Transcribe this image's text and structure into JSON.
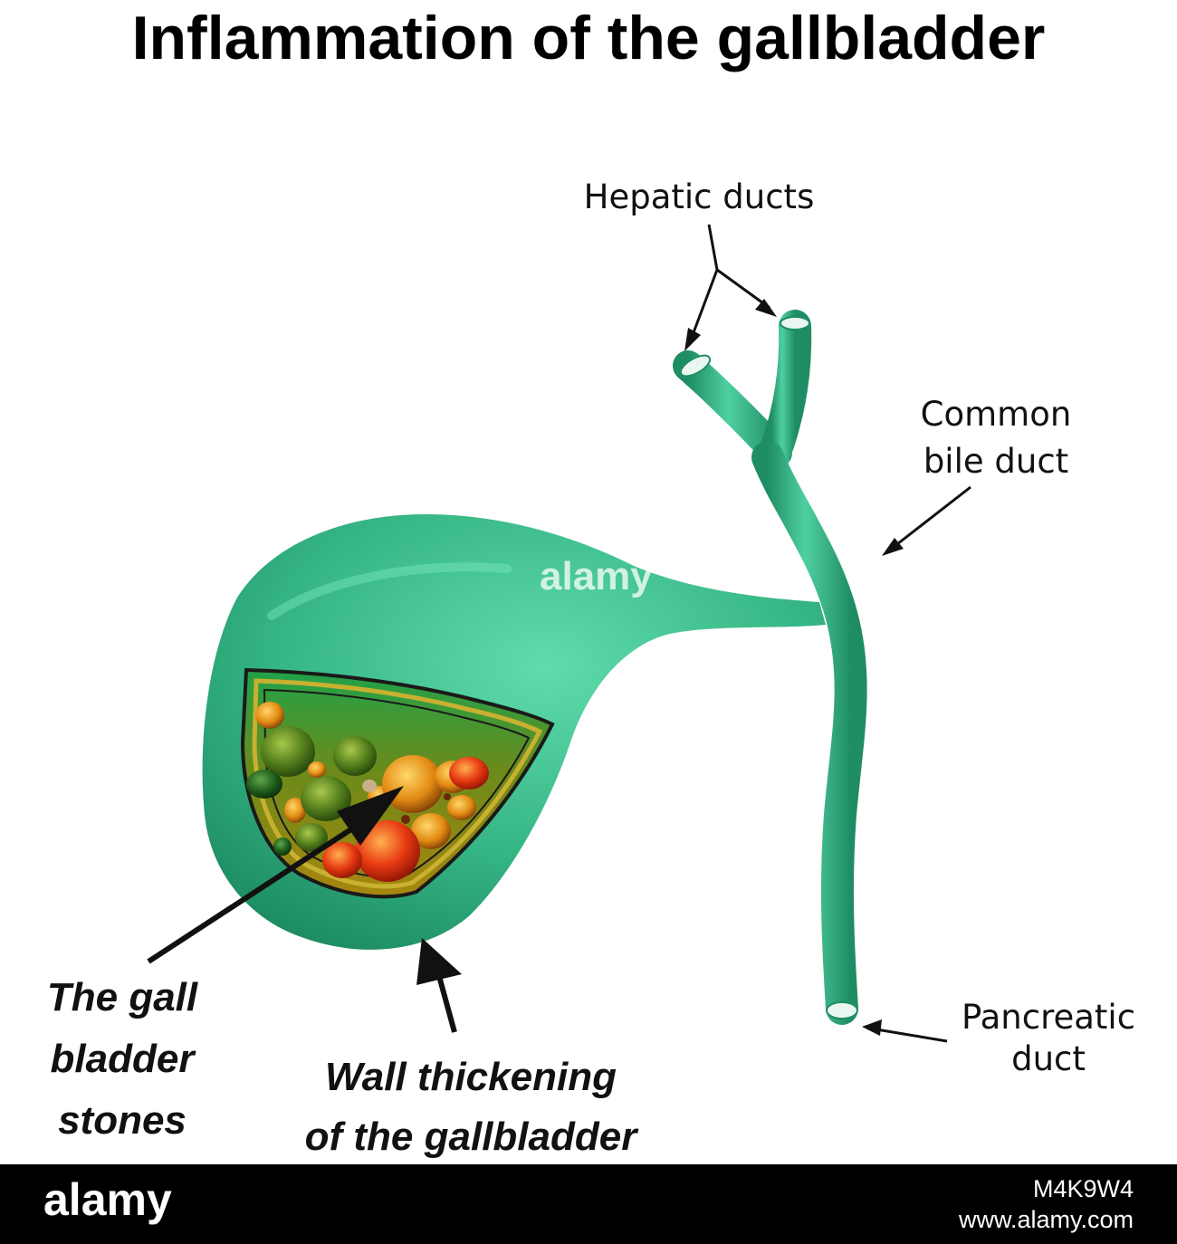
{
  "title": "Inflammation of the gallbladder",
  "labels": {
    "hepatic_ducts": "Hepatic ducts",
    "common_bile_duct_line1": "Common",
    "common_bile_duct_line2": "bile duct",
    "pancreatic_duct_line1": "Pancreatic",
    "pancreatic_duct_line2": "duct",
    "stones_line1": "The gall",
    "stones_line2": "bladder",
    "stones_line3": "stones",
    "wall_line1": "Wall thickening",
    "wall_line2": "of the gallbladder"
  },
  "watermark": "alamy",
  "footer": {
    "logo": "alamy",
    "image_id": "M4K9W4",
    "site": "www.alamy.com"
  },
  "colors": {
    "organ": "#3fbf8f",
    "organ_dark": "#1f8d63",
    "wall_lining": "#b8a02a",
    "stone_orange": "#e28a12",
    "stone_red": "#d8240f",
    "background": "#ffffff",
    "footer_bg": "#000000"
  }
}
